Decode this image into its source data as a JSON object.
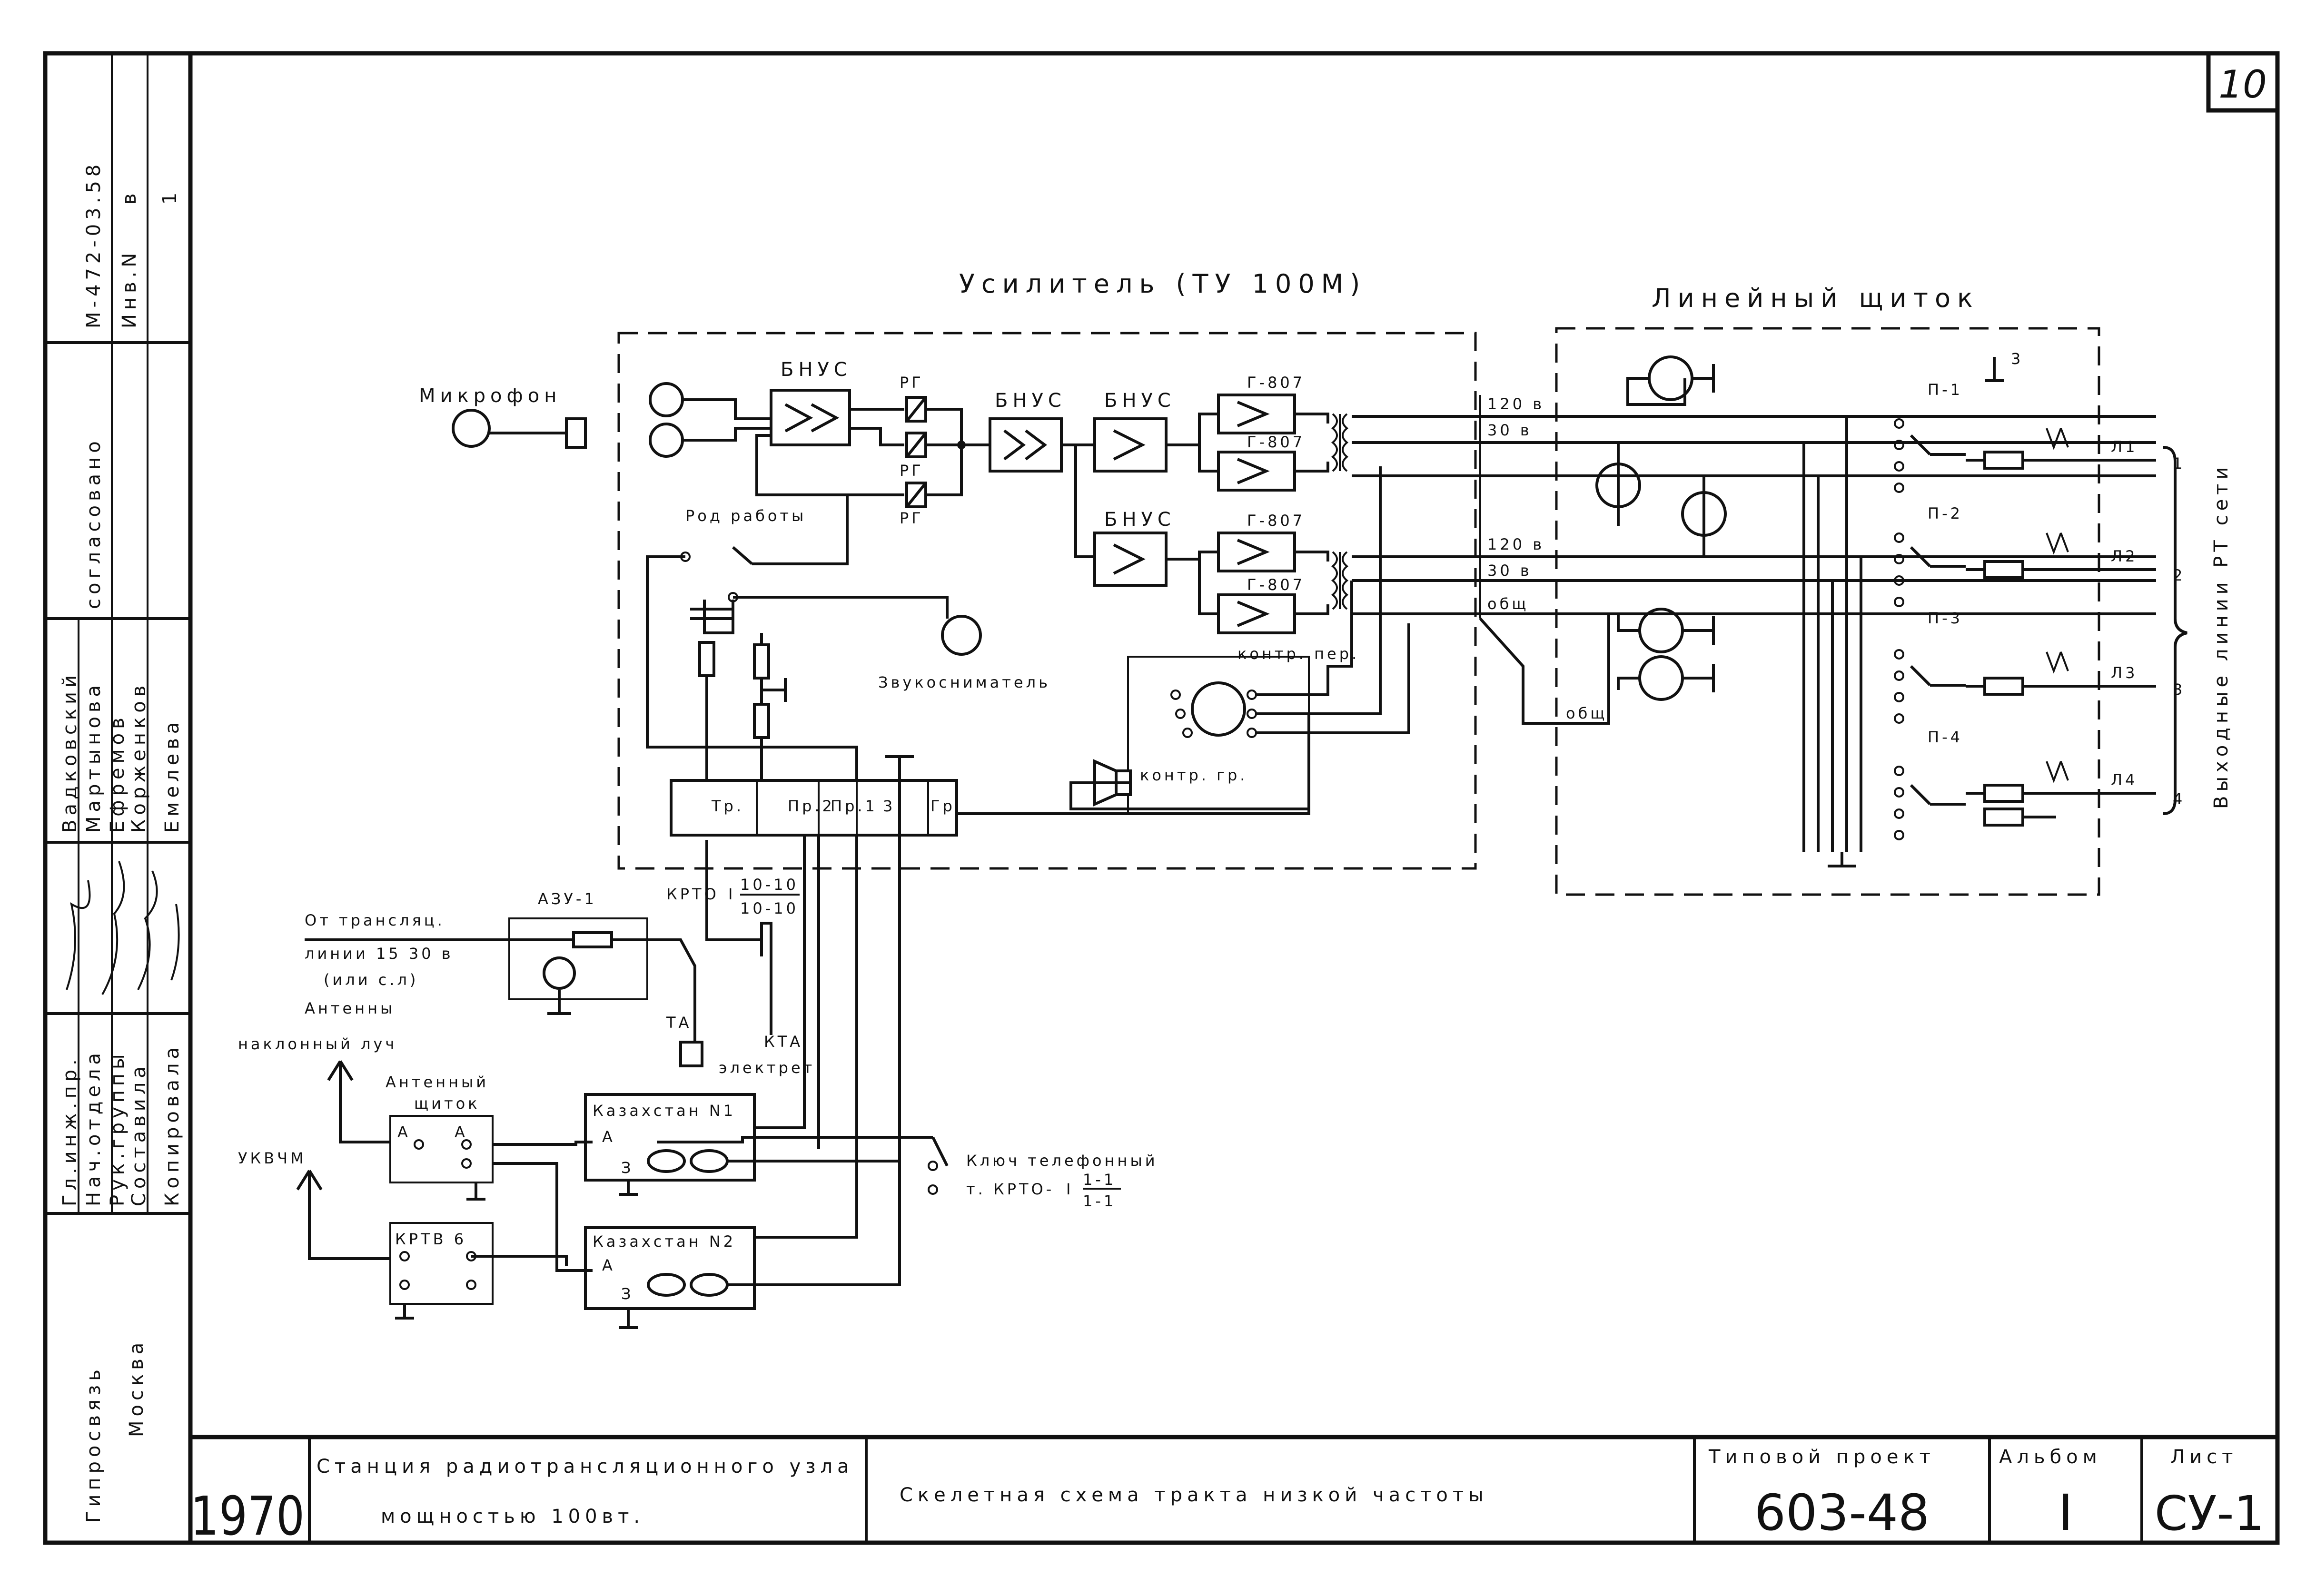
{
  "sheet_number": "10",
  "doc_code": "М-472-03.58",
  "inv": {
    "label": "Инв.N",
    "letter": "в",
    "number": "1"
  },
  "approvals": {
    "label": "согласовано"
  },
  "staff": {
    "names": [
      "Вадковский",
      "Мартынова",
      "Ефремов",
      "Корженков",
      "Емелева"
    ],
    "roles": [
      "Гл.инж.пр.",
      "Нач.отдела",
      "Рук.группы",
      "Составила",
      "Копировала"
    ]
  },
  "org": {
    "name": "Гипросвязь",
    "city": "Москва"
  },
  "title_block": {
    "year": "1970",
    "station_line1": "Станция радиотрансляционного узла",
    "station_line2": "мощностью 100вт.",
    "drawing_title": "Скелетная схема тракта низкой частоты",
    "project_label": "Типовой проект",
    "project_number": "603-48",
    "album_label": "Альбом",
    "album_value": "I",
    "sheet_label": "Лист",
    "sheet_value": "СУ-1"
  },
  "diagram": {
    "amplifier_title": "Усилитель (ТУ 100М)",
    "line_panel_title": "Линейный щиток",
    "labels": {
      "microphone": "Микрофон",
      "bnus": "БНУС",
      "rg": "РГ",
      "g807": "Г-807",
      "mode": "Род работы",
      "pickup": "Звукосниматель",
      "monitor_ch": "контр. пер.",
      "monitor_sp": "контр. гр.",
      "v120": "120 в",
      "v30": "30 в",
      "common": "общ",
      "tr": "Тр.",
      "pr2": "Пр.2",
      "pr1": "Пр.1",
      "n3": "3",
      "gr": "Гр",
      "azu": "АЗУ-1",
      "relay_from": "От трансляц.",
      "relay_line": "линии 15 30 в",
      "relay_or": "(или с.л)",
      "krto_top": "КРТО",
      "krto_roman": "I",
      "krto_frac": "10-10",
      "ta": "ТА",
      "kta": "КТА",
      "electret": "электрет",
      "antennas": "Антенны",
      "antenna_inclined": "наклонный луч",
      "antenna_panel_l1": "Антенный",
      "antenna_panel_l2": "щиток",
      "ukv": "УКВЧМ",
      "krtv": "КРТВ 6",
      "kaz1": "Казахстан N1",
      "kaz2": "Казахстан N2",
      "a": "А",
      "z": "З",
      "key_l1": "Ключ телефонный",
      "key_l2": "т. КРТО-",
      "key_frac": "1-1",
      "p1": "П-1",
      "p2": "П-2",
      "p3": "П-3",
      "p4": "П-4",
      "out_lines": "Выходные линии РТ сети"
    },
    "outputs": [
      "Л1",
      "Л2",
      "Л3",
      "Л4"
    ],
    "output_numbers": [
      "1",
      "2",
      "3",
      "4"
    ]
  }
}
